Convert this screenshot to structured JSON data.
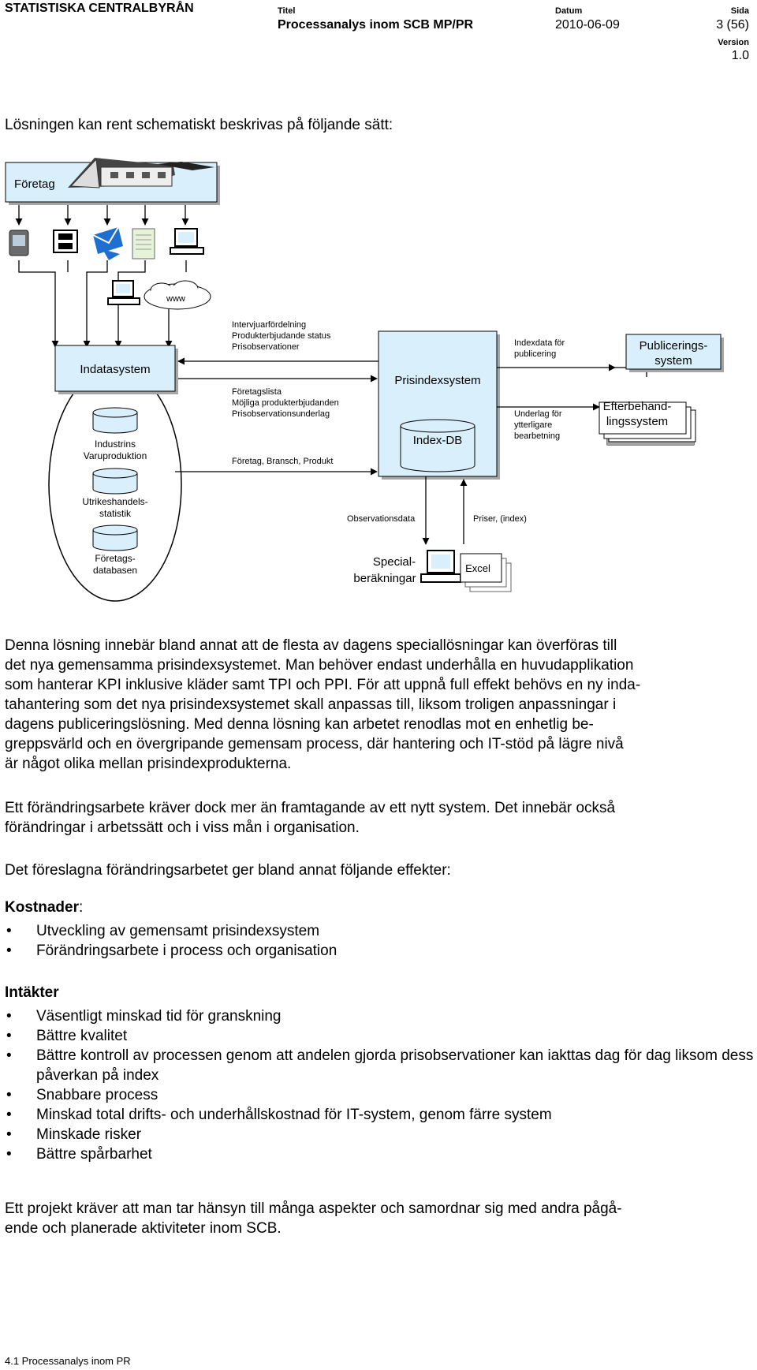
{
  "header": {
    "org": "STATISTISKA CENTRALBYRÅN",
    "title_label": "Titel",
    "title": "Processanalys inom SCB MP/PR",
    "date_label": "Datum",
    "date": "2010-06-09",
    "page_label": "Sida",
    "page": "3 (56)",
    "version_label": "Version",
    "version": "1.0"
  },
  "intro": "Lösningen kan rent schematiskt beskrivas på följande sätt:",
  "diagram": {
    "foretag": "Företag",
    "www": "www",
    "indatasystem": "Indatasystem",
    "db_industri_1": "Industrins",
    "db_industri_2": "Varuproduktion",
    "db_utrikes_1": "Utrikeshandels-",
    "db_utrikes_2": "statistik",
    "db_foretagsdb_1": "Företags-",
    "db_foretagsdb_2": "databasen",
    "flow_a1": "Intervjuarfördelning",
    "flow_a2": "Produkterbjudande status",
    "flow_a3": "Prisobservationer",
    "flow_b1": "Företagslista",
    "flow_b2": "Möjliga produkterbjudanden",
    "flow_b3": "Prisobservationsunderlag",
    "flow_c": "Företag, Bransch, Produkt",
    "prisindexsystem": "Prisindexsystem",
    "index_db": "Index-DB",
    "indexdata_1": "Indexdata för",
    "indexdata_2": "publicering",
    "underlag_1": "Underlag för",
    "underlag_2": "ytterligare",
    "underlag_3": "bearbetning",
    "publ_1": "Publicerings-",
    "publ_2": "system",
    "efter_1": "Efterbehand-",
    "efter_2": "lingssystem",
    "observationsdata": "Observationsdata",
    "priser": "Priser, (index)",
    "special_1": "Special-",
    "special_2": "beräkningar",
    "excel": "Excel"
  },
  "paragraphs": {
    "p1_l1": "Denna lösning innebär bland annat att de flesta av dagens speciallösningar kan överföras till",
    "p1_l2": "det nya gemensamma prisindexsystemet. Man behöver endast underhålla en huvudapplikation",
    "p1_l3": "som hanterar KPI inklusive kläder samt TPI och PPI. För att uppnå full effekt behövs en ny inda-",
    "p1_l4": "tahantering som det nya prisindexsystemet skall anpassas till, liksom troligen anpassningar i",
    "p1_l5": "dagens publiceringslösning. Med denna lösning kan arbetet renodlas mot en enhetlig be-",
    "p1_l6": "greppsvärld och en övergripande gemensam process, där hantering och IT-stöd på lägre nivå",
    "p1_l7": "är något olika mellan prisindexprodukterna.",
    "p2_l1": "Ett förändringsarbete kräver dock mer än framtagande av ett nytt system. Det innebär också",
    "p2_l2": "förändringar i arbetssätt och i viss mån i organisation.",
    "p3": "Det föreslagna förändringsarbetet ger bland annat följande effekter:",
    "p4_l1": "Ett projekt kräver att man tar hänsyn till många aspekter och samordnar sig med andra pågå-",
    "p4_l2": "ende och planerade aktiviteter inom SCB."
  },
  "kostnader": {
    "heading": "Kostnader",
    "colon": ":",
    "items": [
      "Utveckling av gemensamt prisindexsystem",
      "Förändringsarbete i process och organisation"
    ]
  },
  "intakter": {
    "heading": "Intäkter",
    "items": [
      "Väsentligt minskad tid för granskning",
      "Bättre kvalitet",
      "Bättre kontroll av processen genom att andelen gjorda prisobservationer kan iakttas dag för dag liksom dess påverkan på index",
      "Snabbare process",
      "Minskad total drifts- och underhållskostnad för IT-system, genom färre system",
      "Minskade risker",
      "Bättre spårbarhet"
    ]
  },
  "footer": "4.1 Processanalys inom PR",
  "colors": {
    "box_fill": "#d9effb",
    "box_shadow": "#a6a6a6",
    "line": "#000000"
  },
  "icons": [
    "pda-icon",
    "fax-phone-icon",
    "email-icon",
    "paper-form-icon",
    "computer-icon",
    "building-icon",
    "cloud-icon",
    "database-icon",
    "document-stack-icon"
  ]
}
